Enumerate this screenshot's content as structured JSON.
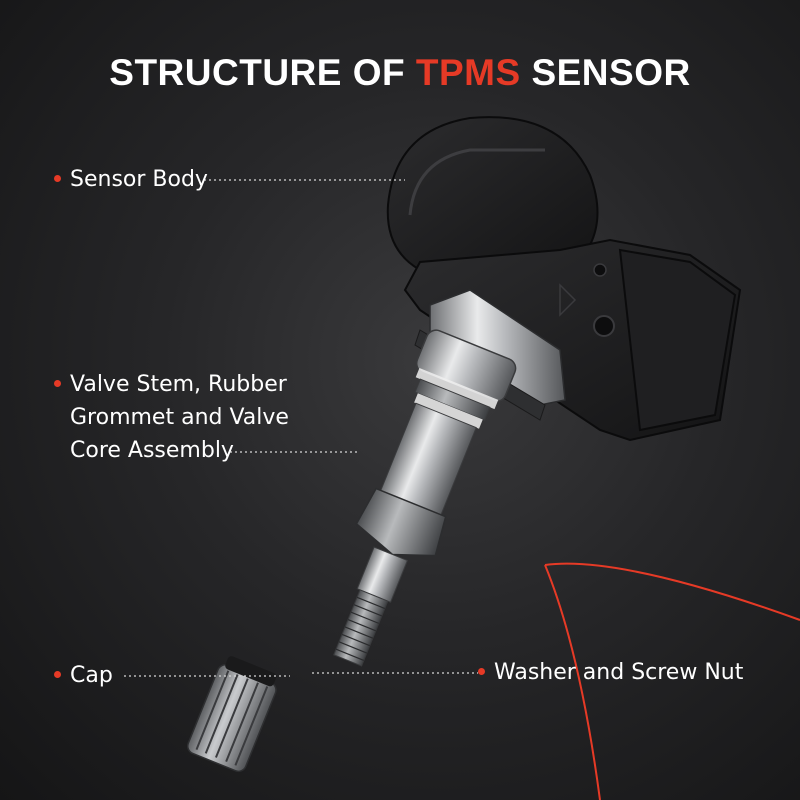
{
  "title": {
    "part1": "STRUCTURE OF ",
    "accent": "TPMS",
    "part2": " SENSOR"
  },
  "labels": {
    "sensor_body": "Sensor Body",
    "valve_stem": {
      "line1": "Valve Stem, Rubber",
      "line2": "Grommet and Valve",
      "line3": "Core Assembly"
    },
    "cap": "Cap",
    "washer_nut": "Washer and Screw Nut"
  },
  "colors": {
    "accent": "#e63a26",
    "text": "#ffffff",
    "background": "#262628"
  }
}
